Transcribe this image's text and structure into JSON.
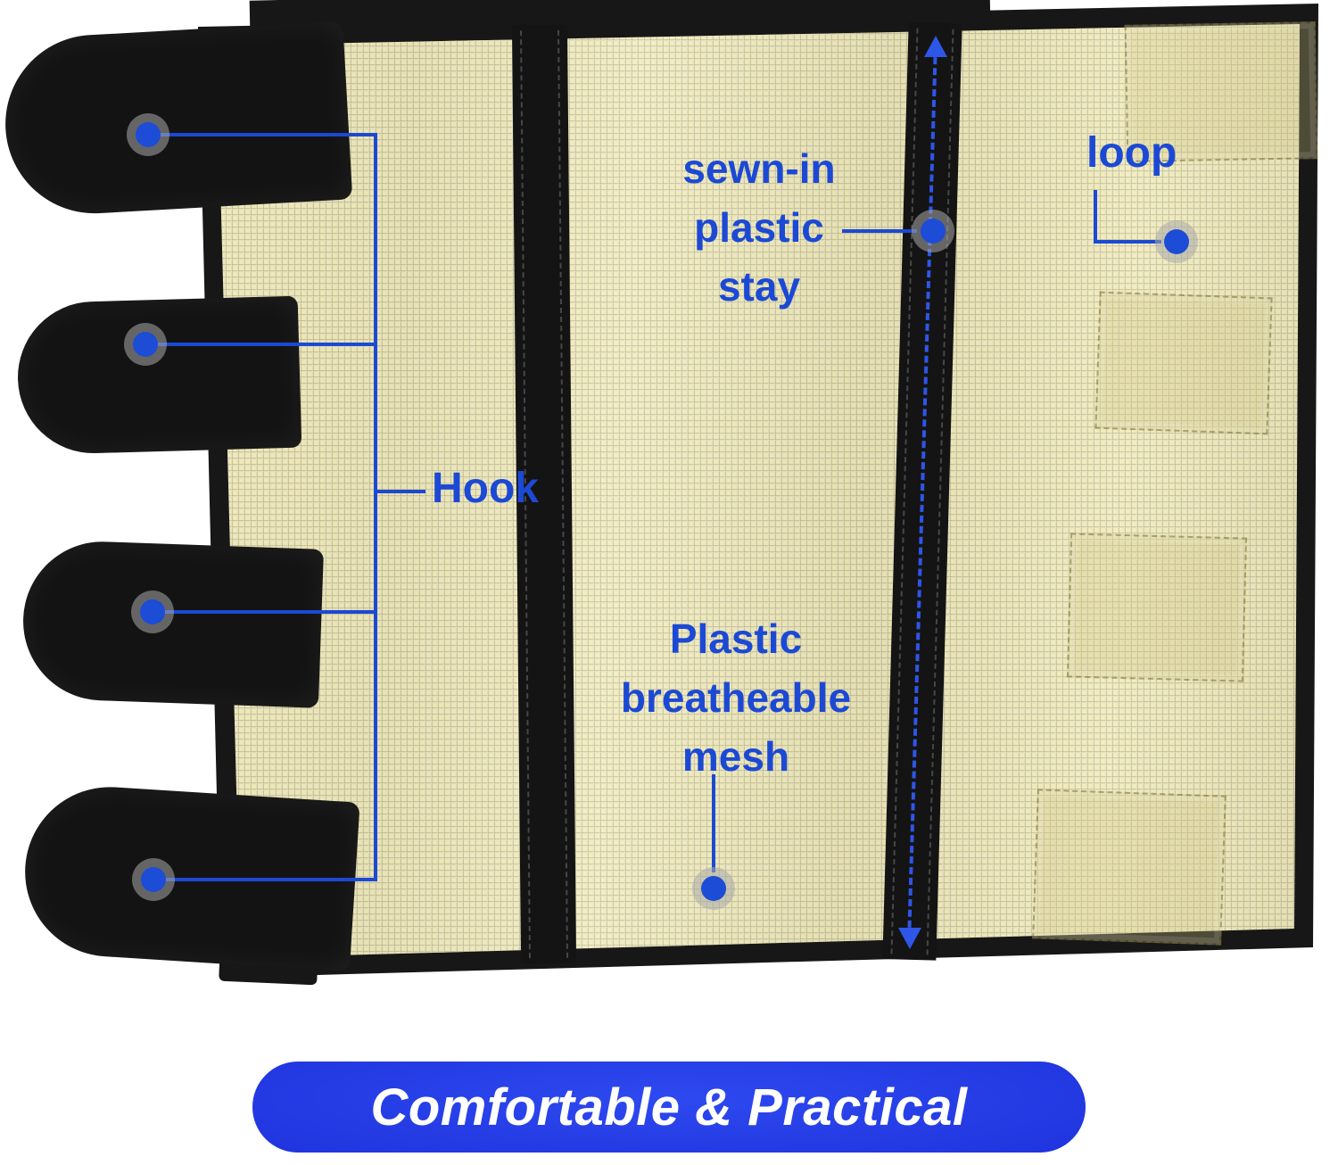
{
  "annotations": {
    "hook": {
      "label": "Hook"
    },
    "loop": {
      "label": "loop"
    },
    "stay": {
      "lines": [
        "sewn-in",
        "plastic",
        "stay"
      ]
    },
    "mesh": {
      "lines": [
        "Plastic",
        "breatheable",
        "mesh"
      ]
    }
  },
  "banner": {
    "text": "Comfortable & Practical"
  },
  "colors": {
    "accent_blue": "#1c49d4",
    "marker_blue": "#1d4cd6",
    "banner_blue": "#1e32dc",
    "mesh_yellow": "#f1ecbe",
    "trim_black": "#171717"
  }
}
